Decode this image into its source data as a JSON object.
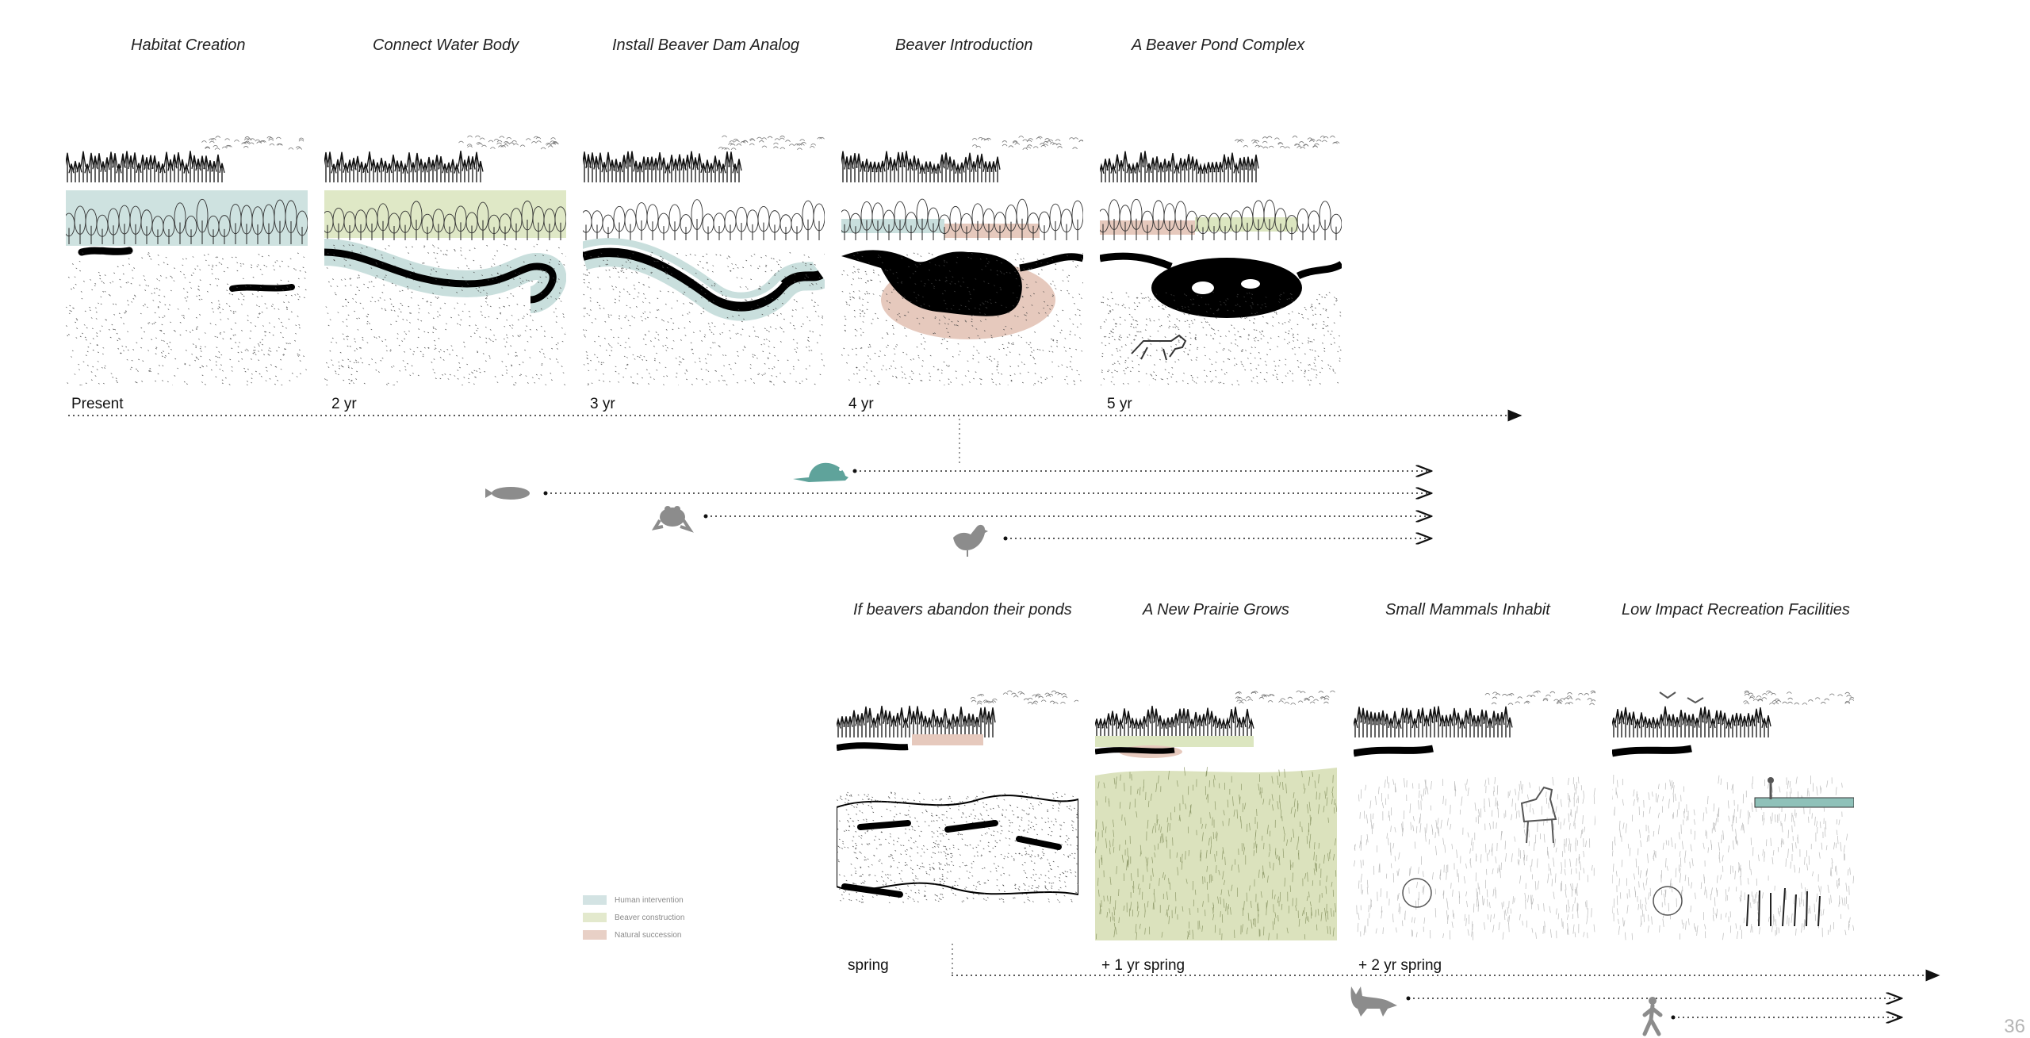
{
  "top_row": {
    "stages": [
      {
        "title": "Habitat Creation",
        "time": "Present"
      },
      {
        "title": "Connect Water Body",
        "time": "2 yr"
      },
      {
        "title": "Install Beaver Dam Analog",
        "time": "3 yr"
      },
      {
        "title": "Beaver Introduction",
        "time": "4 yr"
      },
      {
        "title": "A Beaver Pond Complex",
        "time": "5 yr"
      }
    ],
    "species_tracks": [
      {
        "icon": "beaver-icon",
        "color": "#5fa39b"
      },
      {
        "icon": "fish-icon",
        "color": "#8c8c8c"
      },
      {
        "icon": "frog-icon",
        "color": "#8c8c8c"
      },
      {
        "icon": "duck-icon",
        "color": "#8c8c8c"
      }
    ]
  },
  "bottom_row": {
    "stages": [
      {
        "title": "If beavers abandon their ponds",
        "time": "spring"
      },
      {
        "title": "A New Prairie Grows",
        "time": "+ 1 yr spring"
      },
      {
        "title": "Small Mammals Inhabit",
        "time": "+ 2 yr spring"
      },
      {
        "title": "Low Impact Recreation Facilities",
        "time": ""
      }
    ],
    "species_tracks": [
      {
        "icon": "fox-icon",
        "color": "#8c8c8c"
      },
      {
        "icon": "hiker-icon",
        "color": "#8c8c8c"
      }
    ]
  },
  "legend": [
    {
      "label": "Human intervention",
      "color": "#d3e3e3"
    },
    {
      "label": "Beaver construction",
      "color": "#e3e9cd"
    },
    {
      "label": "Natural succession",
      "color": "#e8d0c6"
    }
  ],
  "colors": {
    "human_intervention": "#c9dfdd",
    "beaver_construction": "#dce6c0",
    "natural_succession": "#e6c9bd",
    "prairie": "#dbe2bd",
    "beaver_teal": "#5fa39b"
  },
  "page_number": "36"
}
